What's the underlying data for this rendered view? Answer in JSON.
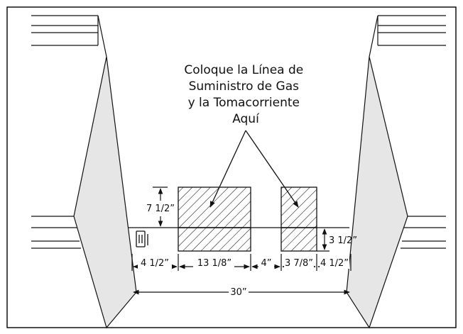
{
  "callout": {
    "lines": [
      "Coloque la Línea de",
      "Suministro de Gas",
      "y la Tomacorriente",
      "Aquí"
    ]
  },
  "dimensions": {
    "height_upper": "7 1/2”",
    "height_lower": "3 1/2”",
    "left_offset": "4 1/2”",
    "left_box_width": "13 1/8”",
    "gap": "4”",
    "right_box_width": "3 7/8”",
    "right_offset": "4 1/2”",
    "total_width": "30”"
  },
  "colors": {
    "stroke": "#111111",
    "cabinet_side": "#e6e6e6",
    "background": "#ffffff"
  }
}
